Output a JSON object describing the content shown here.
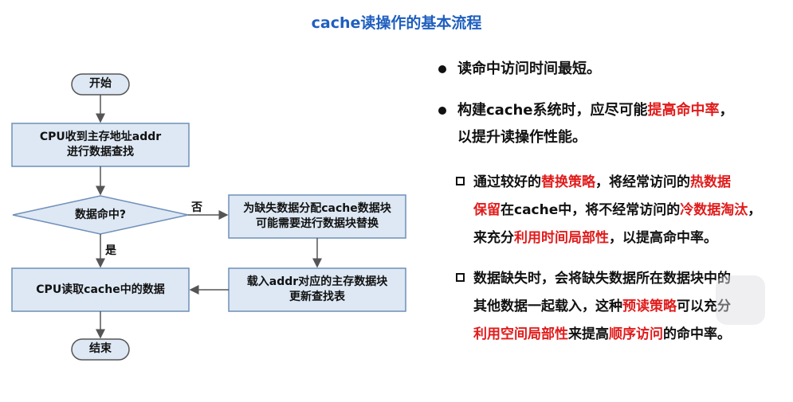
{
  "title": "cache读操作的基本流程",
  "flowchart": {
    "start": "开始",
    "step1_line1": "CPU收到主存地址addr",
    "step1_line2": "进行数据查找",
    "decision": "数据命中?",
    "no_label": "否",
    "yes_label": "是",
    "miss1_line1": "为缺失数据分配cache数据块",
    "miss1_line2": "可能需要进行数据块替换",
    "miss2_line1": "载入addr对应的主存数据块",
    "miss2_line2": "更新查找表",
    "read": "CPU读取cache中的数据",
    "end": "结束"
  },
  "bullets": {
    "b1": "读命中访问时间最短。",
    "b2_a": "构建cache系统时，应尽可能",
    "b2_hl": "提高命中率",
    "b2_b": "，",
    "b2_line2": "以提升读操作性能。",
    "s1_a": "通过较好的",
    "s1_hl1": "替换策略",
    "s1_b": "，将经常访问的",
    "s1_hl2": "热数据",
    "s1_hl3": "保留",
    "s1_c": "在cache中，将不经常访问的",
    "s1_hl4": "冷数据淘汰",
    "s1_d": "，",
    "s1_e": "来充分",
    "s1_hl5": "利用时间局部性",
    "s1_f": "，以提高命中率。",
    "s2_a": "数据缺失时，会将缺失数据所在数据块中的",
    "s2_b": "其他数据一起载入，这种",
    "s2_hl1": "预读策略",
    "s2_c": "可以充分",
    "s2_hl2": "利用空间局部性",
    "s2_d": "来提高",
    "s2_hl3": "顺序访问",
    "s2_e": "的命中率。"
  },
  "colors": {
    "title": "#1f5fbf",
    "highlight": "#e11b1b",
    "box_fill": "#dde8f4",
    "box_border": "#6f8fb8"
  }
}
